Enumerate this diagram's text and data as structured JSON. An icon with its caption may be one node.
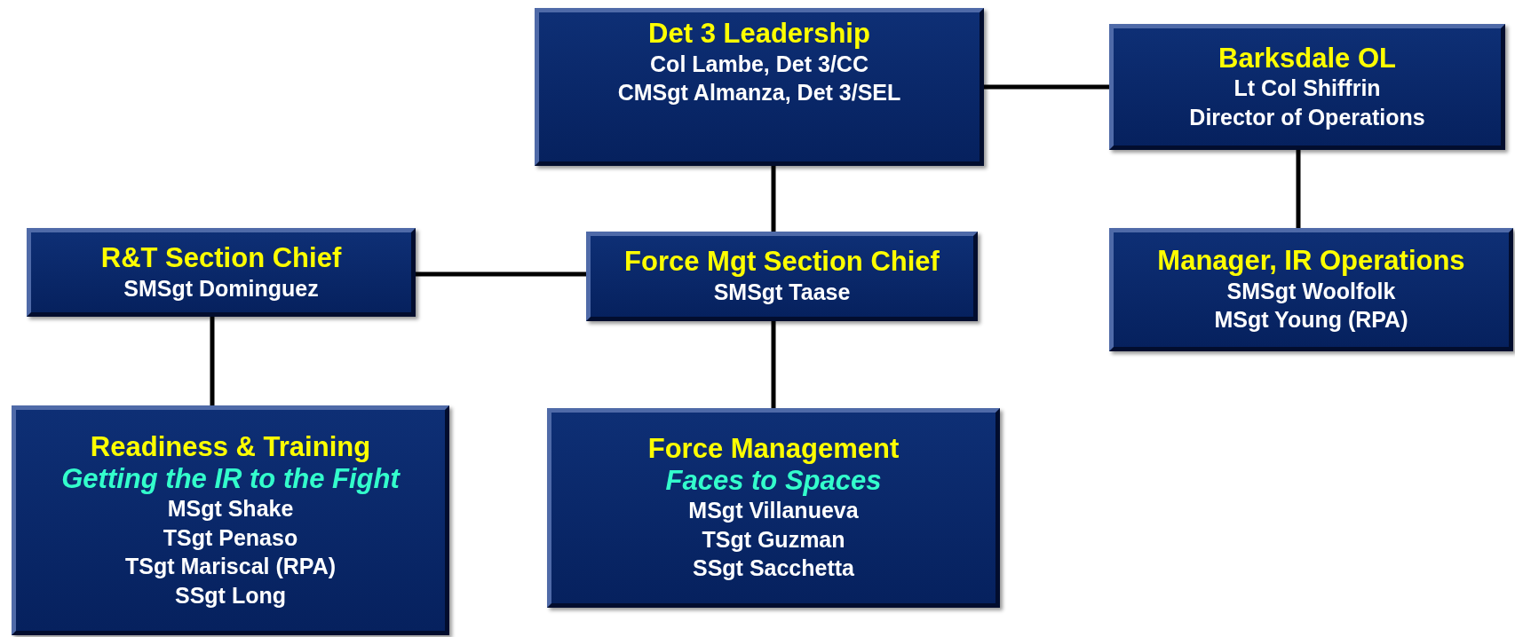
{
  "diagram": {
    "nodes": [
      {
        "text": [
          "Det 3 Leadership",
          "Col Lambe, Det 3/CC",
          "CMSgt Almanza, Det 3/SEL"
        ]
      },
      {
        "text": [
          "Barksdale OL",
          "Lt Col Shiffrin",
          "Director of Operations"
        ]
      },
      {
        "text": [
          "R&T Section Chief",
          "SMSgt Dominguez"
        ]
      },
      {
        "text": [
          "Force Mgt Section Chief",
          "SMSgt Taase"
        ]
      },
      {
        "text": [
          "Manager, IR Operations",
          "SMSgt Woolfolk",
          "MSgt Young (RPA)"
        ]
      },
      {
        "text": [
          "Readiness & Training",
          "Getting the IR to the Fight",
          "MSgt Shake",
          "TSgt Penaso",
          "TSgt Mariscal (RPA)",
          "SSgt Long"
        ]
      },
      {
        "text": [
          "Force Management",
          "Faces to Spaces",
          "MSgt Villanueva",
          "TSgt Guzman",
          "SSgt Sacchetta"
        ]
      }
    ],
    "edges": [
      {
        "from": 0,
        "to": 1,
        "arrow": "none"
      },
      {
        "from": 0,
        "to": 3,
        "arrow": "none"
      },
      {
        "from": 3,
        "to": 2,
        "arrow": "none"
      },
      {
        "from": 2,
        "to": 5,
        "arrow": "none"
      },
      {
        "from": 3,
        "to": 6,
        "arrow": "none"
      },
      {
        "from": 1,
        "to": 4,
        "arrow": "none"
      }
    ]
  }
}
